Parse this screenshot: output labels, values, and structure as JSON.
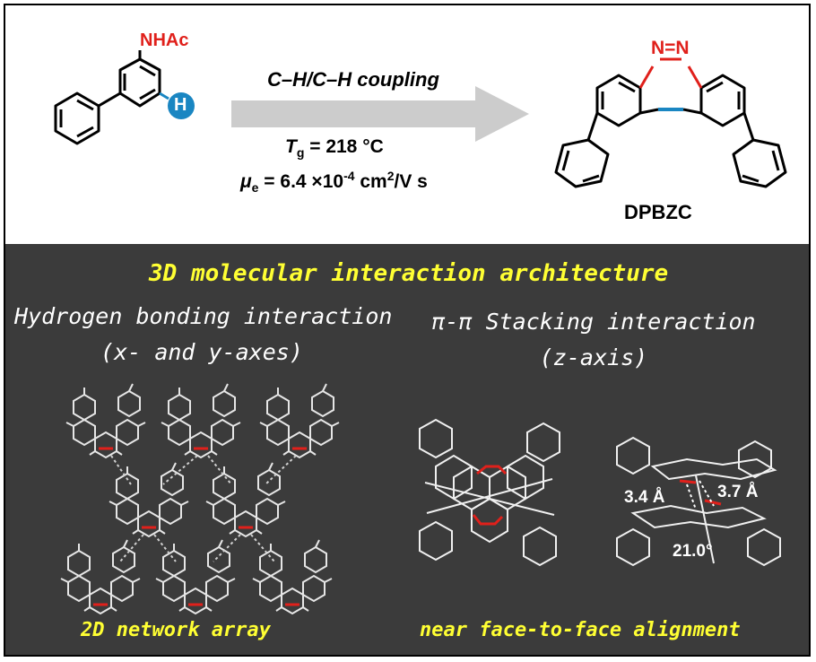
{
  "reaction": {
    "reactant_group": "NHAc",
    "h_atom": "H",
    "condition": "C–H/C–H coupling",
    "tg_symbol": "T",
    "tg_subscript": "g",
    "tg_value": " = 218 °C",
    "mu_symbol": "μ",
    "mu_subscript": "e",
    "mu_value_prefix": " = 6.4 ×10",
    "mu_exp": "-4",
    "mu_unit_a": " cm",
    "mu_unit_exp": "2",
    "mu_unit_b": "/V s",
    "azo_label": "N=N",
    "product_name": "DPBZC"
  },
  "architecture": {
    "title": "3D molecular interaction architecture",
    "left_title_line1": "Hydrogen bonding interaction",
    "left_title_line2": "(x- and y-axes)",
    "right_title_line1": "π-π Stacking interaction",
    "right_title_line2": "(z-axis)",
    "distance_a": "3.4 Å",
    "distance_b": "3.7 Å",
    "angle": "21.0°",
    "left_caption": "2D network array",
    "right_caption": "near face-to-face alignment"
  },
  "colors": {
    "accent_red": "#e0201b",
    "accent_blue": "#1a86c2",
    "heading_yellow": "#ffff33",
    "panel_dark": "#3b3b3b"
  }
}
